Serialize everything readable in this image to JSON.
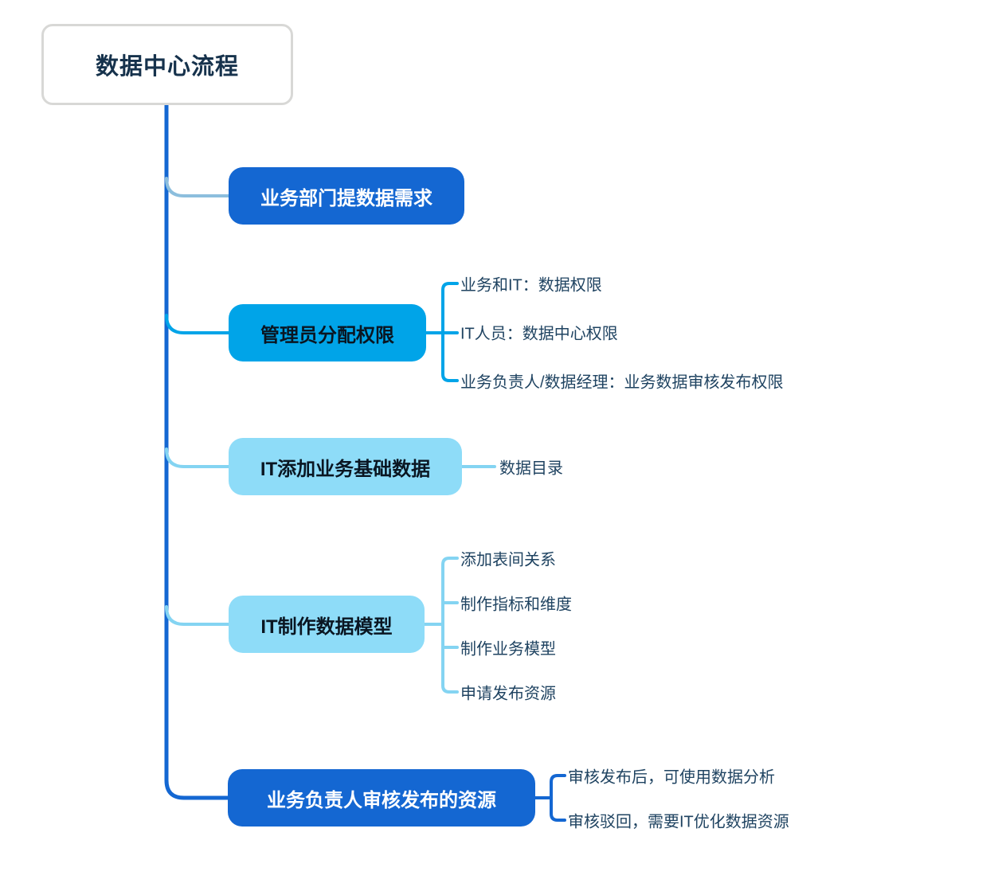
{
  "title": "数据中心流程",
  "colors": {
    "dark_blue": "#1467d2",
    "cyan": "#00a4e8",
    "light_blue": "#84d4f2",
    "pale_blue": "#8cbedd",
    "leaf_text": "#1f4361",
    "root_text": "#16324c",
    "root_border": "#d8d8d6"
  },
  "root": {
    "label": "数据中心流程"
  },
  "branches": [
    {
      "label": "业务部门提数据需求",
      "style": "dark",
      "children": []
    },
    {
      "label": "管理员分配权限",
      "style": "cyan",
      "children": [
        "业务和IT：数据权限",
        "IT人员：数据中心权限",
        "业务负责人/数据经理：业务数据审核发布权限"
      ]
    },
    {
      "label": "IT添加业务基础数据",
      "style": "light",
      "children": [
        "数据目录"
      ]
    },
    {
      "label": "IT制作数据模型",
      "style": "light",
      "children": [
        "添加表间关系",
        "制作指标和维度",
        "制作业务模型",
        "申请发布资源"
      ]
    },
    {
      "label": "业务负责人审核发布的资源",
      "style": "dark",
      "children": [
        "审核发布后，可使用数据分析",
        "审核驳回，需要IT优化数据资源"
      ]
    }
  ]
}
